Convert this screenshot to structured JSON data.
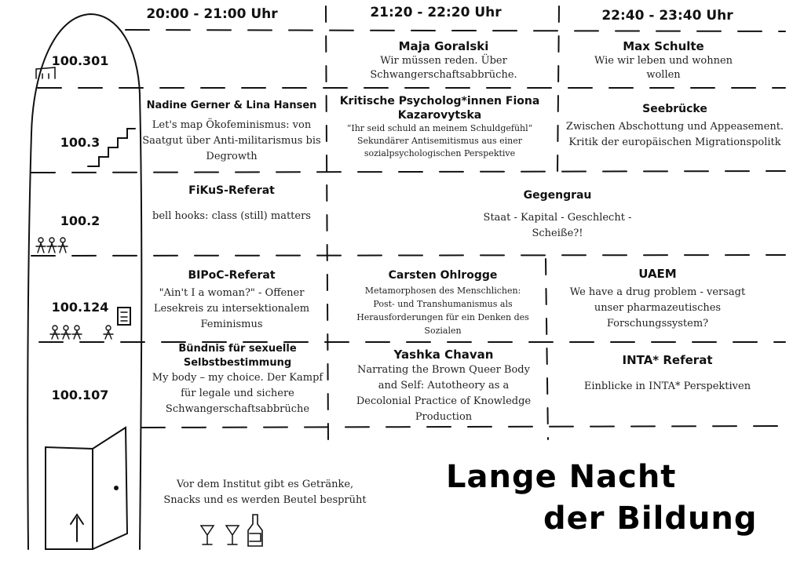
{
  "times": [
    "20:00 - 21:00 Uhr",
    "21:20 - 22:20 Uhr",
    "22:40 - 23:40 Uhr"
  ],
  "rooms": [
    "100.301",
    "100.3",
    "100.2",
    "100.124",
    "100.107"
  ],
  "slots": {
    "r301_s2": {
      "speaker": "Maja Goralski",
      "text": "Wir müssen reden. Über Schwangerschaftsabbrüche."
    },
    "r301_s3": {
      "speaker": "Max Schulte",
      "text": "Wie wir leben und wohnen wollen"
    },
    "r3_s1": {
      "speaker": "Nadine Gerner & Lina Hansen",
      "text": "Let's map Ökofeminismus: von Saatgut über Anti-militarismus bis Degrowth"
    },
    "r3_s2": {
      "speaker": "Kritische Psycholog*innen Fiona Kazarovytska",
      "text": "“Ihr seid schuld an meinem Schuldgefühl“ Sekundärer Antisemitismus aus einer sozialpsychologischen Perspektive"
    },
    "r3_s3": {
      "speaker": "Seebrücke",
      "text": "Zwischen Abschottung und Appeasement. Kritik der europäischen Migrationspolitk"
    },
    "r2_s1": {
      "speaker": "FiKuS-Referat",
      "text": "bell hooks: class (still) matters"
    },
    "r2_s23": {
      "speaker": "Gegengrau",
      "text": "Staat - Kapital - Geschlecht - Scheiße?!"
    },
    "r124_s1": {
      "speaker": "BIPoC-Referat",
      "text": "\"Ain't I a woman?\" - Offener Lesekreis zu intersektionalem Feminismus"
    },
    "r124_s2": {
      "speaker": "Carsten Ohlrogge",
      "text": "Metamorphosen des Menschlichen: Post- und Transhumanismus als Herausforderungen für ein Denken des Sozialen"
    },
    "r124_s3": {
      "speaker": "UAEM",
      "text": "We have a drug problem - versagt unser pharmazeutisches Forschungssystem?"
    },
    "r107_s1": {
      "speaker": "Bündnis für sexuelle Selbstbestimmung",
      "text": "My body – my choice. Der Kampf für legale und sichere Schwangerschaftsabbrüche"
    },
    "r107_s2": {
      "speaker": "Yashka Chavan",
      "text": "Narrating the Brown Queer Body and Self: Autotheory as a Decolonial Practice of Knowledge Production"
    },
    "r107_s3": {
      "speaker": "INTA* Referat",
      "text": "Einblicke in INTA* Perspektiven"
    }
  },
  "footer_note": "Vor dem Institut gibt es Getränke, Snacks und es werden Beutel besprüht",
  "event_title": {
    "line1": "Lange Nacht",
    "line2": "der Bildung"
  },
  "icons": [
    "building-outline-icon",
    "staircase-icon",
    "people-icon",
    "document-icon",
    "door-icon",
    "arrow-up-icon",
    "cocktail-glass-icon",
    "bottle-icon"
  ]
}
